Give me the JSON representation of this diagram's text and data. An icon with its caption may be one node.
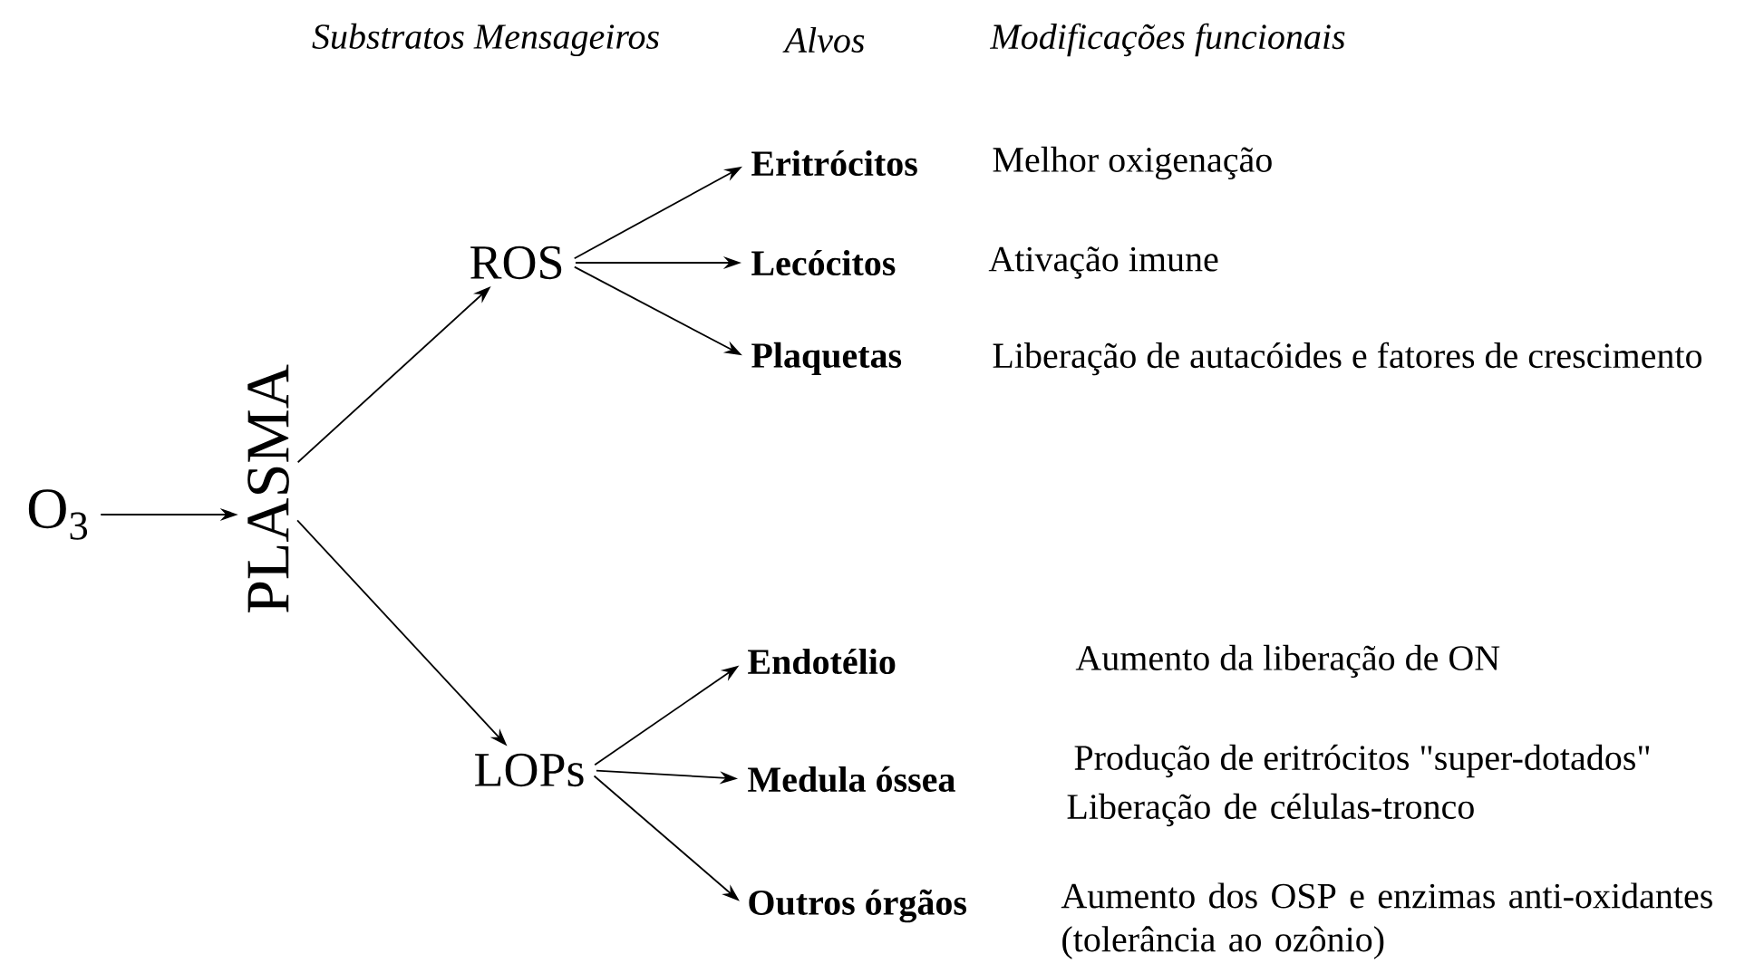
{
  "diagram": {
    "nodes": [
      {
        "text": [
          "O$_{3}$"
        ]
      },
      {
        "text": [
          "PLASMA"
        ]
      },
      {
        "text": [
          "ROS"
        ]
      },
      {
        "text": [
          "LOPs"
        ]
      },
      {
        "text": [
          "Eritrócitos"
        ]
      },
      {
        "text": [
          "Lecócitos"
        ]
      },
      {
        "text": [
          "Plaquetas"
        ]
      },
      {
        "text": [
          "Endotélio"
        ]
      },
      {
        "text": [
          "Medula óssea"
        ]
      },
      {
        "text": [
          "Outros órgãos"
        ]
      }
    ],
    "edges": [
      {
        "from": 0,
        "to": 1,
        "arrow": "to"
      },
      {
        "from": 1,
        "to": 2,
        "arrow": "to"
      },
      {
        "from": 1,
        "to": 3,
        "arrow": "to"
      },
      {
        "from": 2,
        "to": 4,
        "arrow": "to"
      },
      {
        "from": 2,
        "to": 5,
        "arrow": "to"
      },
      {
        "from": 2,
        "to": 6,
        "arrow": "to"
      },
      {
        "from": 3,
        "to": 7,
        "arrow": "to"
      },
      {
        "from": 3,
        "to": 8,
        "arrow": "to"
      },
      {
        "from": 3,
        "to": 9,
        "arrow": "to"
      }
    ],
    "labels": [
      "Substratos Mensageiros",
      "Alvos",
      "Modificações funcionais",
      "Melhor oxigenação",
      "Ativação imune",
      "Liberação de autacóides e fatores de crescimento",
      "Aumento da liberação de ON",
      "Produção de eritrócitos \"super-dotados\"",
      "Liberação de células-tronco",
      "Aumento dos OSP e enzimas anti-oxidantes (tolerância ao ozônio)"
    ]
  }
}
